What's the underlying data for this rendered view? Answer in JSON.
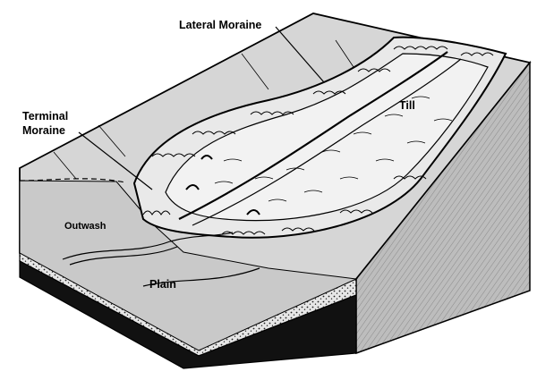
{
  "diagram": {
    "labels": {
      "lateral_moraine": "Lateral Moraine",
      "till": "Till",
      "terminal_moraine_line1": "Terminal",
      "terminal_moraine_line2": "Moraine",
      "outwash": "Outwash",
      "plain": "Plain"
    },
    "colors": {
      "ink": "#000000",
      "paper": "#ffffff",
      "ground": "#d6d6d6",
      "outwash_fill": "#c4c4c4",
      "side_fill": "#bdbdbd",
      "base_layer": "#111111"
    }
  }
}
